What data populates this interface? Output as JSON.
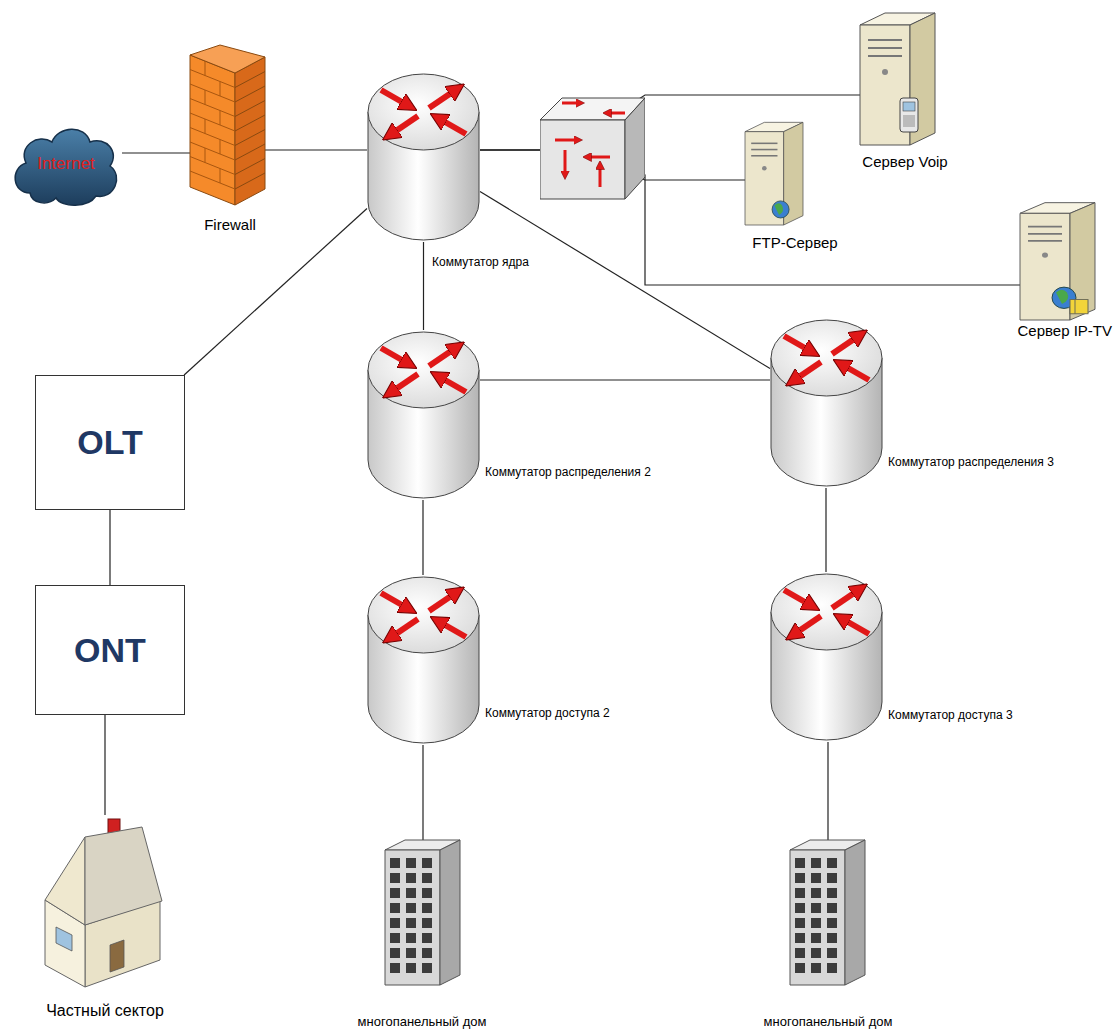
{
  "diagram": {
    "nodes": [
      {
        "text": [
          "Internet"
        ]
      },
      {
        "text": [
          "Firewall"
        ]
      },
      {
        "text": [
          "Коммутатор ядра"
        ]
      },
      {
        "text": [
          "Сервер Voip"
        ]
      },
      {
        "text": [
          "FTP-Сервер"
        ]
      },
      {
        "text": [
          "Сервер IP-TV"
        ]
      },
      {
        "text": [
          "OLT"
        ]
      },
      {
        "text": [
          "Коммутатор распределения 2"
        ]
      },
      {
        "text": [
          "Коммутатор распределения 3"
        ]
      },
      {
        "text": [
          "ONT"
        ]
      },
      {
        "text": [
          "Коммутатор доступа 2"
        ]
      },
      {
        "text": [
          "Коммутатор доступа 3"
        ]
      },
      {
        "text": [
          "Частный сектор"
        ]
      },
      {
        "text": [
          "многопанельный дом"
        ]
      },
      {
        "text": [
          "многопанельный дом"
        ]
      }
    ],
    "edges": [
      {
        "from": 0,
        "to": 1,
        "arrow": "none"
      },
      {
        "from": 1,
        "to": 2,
        "arrow": "none"
      },
      {
        "from": 2,
        "to": 3,
        "arrow": "none"
      },
      {
        "from": 2,
        "to": 4,
        "arrow": "none"
      },
      {
        "from": 2,
        "to": 5,
        "arrow": "none"
      },
      {
        "from": 2,
        "to": 6,
        "arrow": "none"
      },
      {
        "from": 2,
        "to": 7,
        "arrow": "none"
      },
      {
        "from": 2,
        "to": 8,
        "arrow": "none"
      },
      {
        "from": 7,
        "to": 8,
        "arrow": "none"
      },
      {
        "from": 6,
        "to": 9,
        "arrow": "none"
      },
      {
        "from": 9,
        "to": 12,
        "arrow": "none"
      },
      {
        "from": 7,
        "to": 10,
        "arrow": "none"
      },
      {
        "from": 8,
        "to": 11,
        "arrow": "none"
      },
      {
        "from": 10,
        "to": 13,
        "arrow": "none"
      },
      {
        "from": 11,
        "to": 14,
        "arrow": "none"
      }
    ]
  }
}
